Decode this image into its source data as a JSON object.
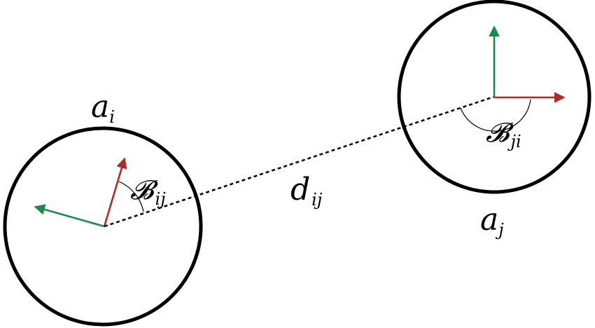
{
  "agent_i": {
    "label_base": "a",
    "label_sub": "i",
    "angle_base": "𝓑",
    "angle_sub": "ij"
  },
  "agent_j": {
    "label_base": "a",
    "label_sub": "j",
    "angle_base": "𝓑",
    "angle_sub": "ji"
  },
  "distance": {
    "label_base": "d",
    "label_sub": "ij"
  },
  "colors": {
    "heading_arrow": "#b02a2a",
    "normal_arrow": "#1a8a4a",
    "outline": "#000000"
  },
  "icons": {
    "heading": "arrow-icon",
    "normal": "arrow-icon"
  }
}
